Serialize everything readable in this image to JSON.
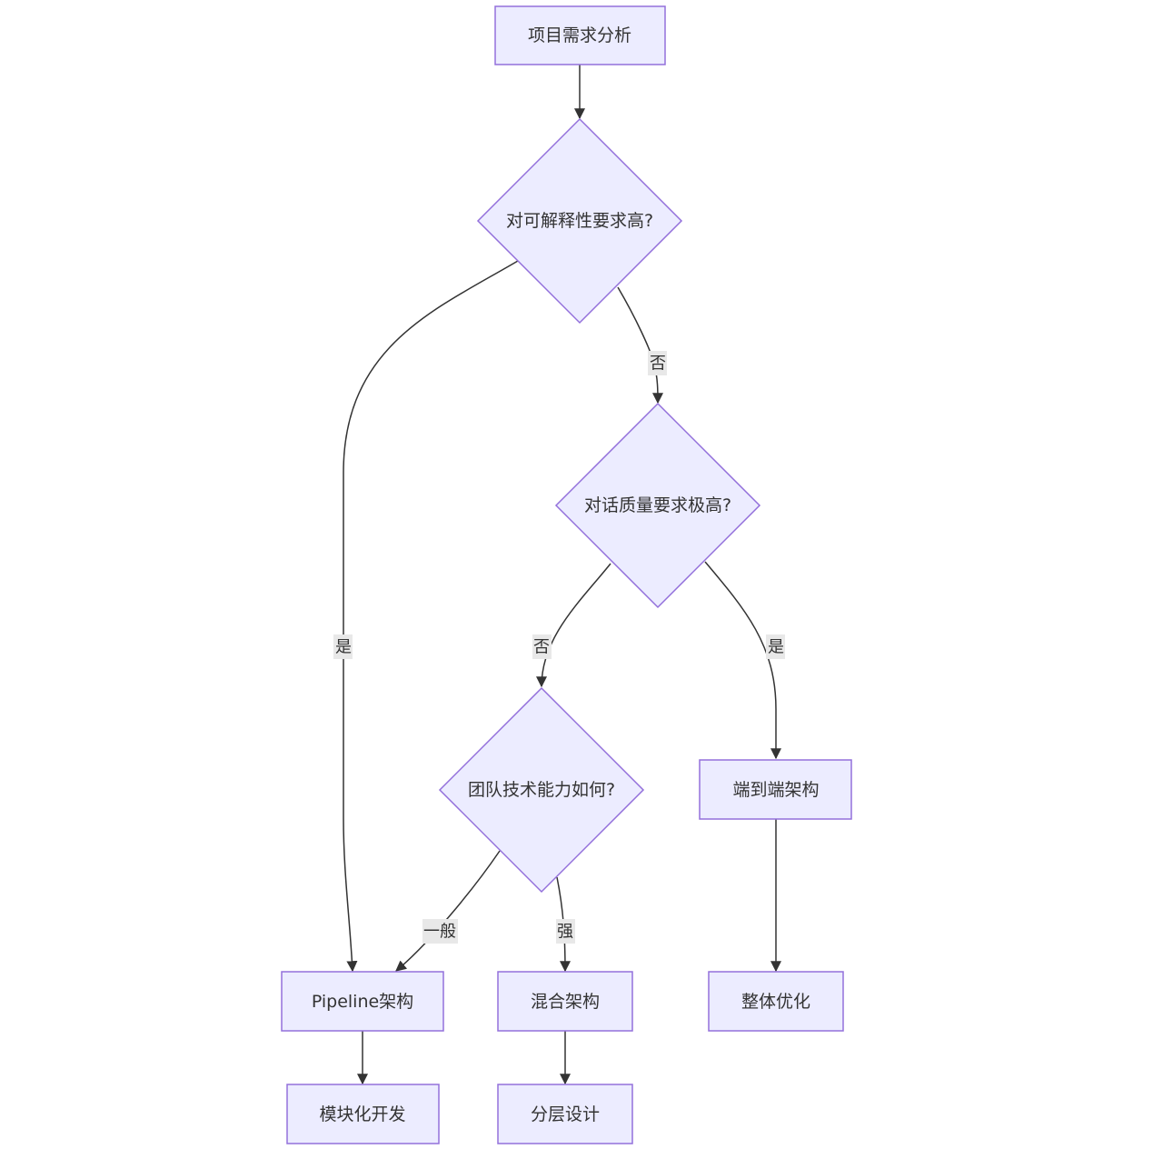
{
  "colors": {
    "node_fill": "#ECECFF",
    "node_stroke": "#9370DB",
    "edge": "#333333",
    "text": "#333333",
    "label_bg": "#e8e8e8"
  },
  "nodes": {
    "requirements": "项目需求分析",
    "interpretability": "对可解释性要求高?",
    "dialogue_quality": "对话质量要求极高?",
    "team_ability": "团队技术能力如何?",
    "end_to_end": "端到端架构",
    "pipeline": "Pipeline架构",
    "hybrid": "混合架构",
    "overall_opt": "整体优化",
    "modular_dev": "模块化开发",
    "layered_design": "分层设计"
  },
  "edges": {
    "interp_yes": "是",
    "interp_no": "否",
    "quality_no": "否",
    "quality_yes": "是",
    "team_normal": "一般",
    "team_strong": "强"
  }
}
